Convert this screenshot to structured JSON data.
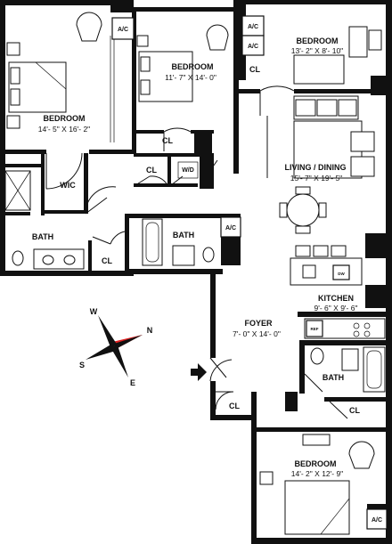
{
  "rooms": {
    "bedroom_large": {
      "name": "BEDROOM",
      "dims": "14'- 5\" X 16'- 2\""
    },
    "bedroom_middle": {
      "name": "BEDROOM",
      "dims": "11'- 7\" X 14'- 0\""
    },
    "bedroom_small": {
      "name": "BEDROOM",
      "dims": "13'- 2\" X 8'- 10\""
    },
    "living_dining": {
      "name": "LIVING / DINING",
      "dims": "15'- 7\" X 19'- 5\""
    },
    "kitchen": {
      "name": "KITCHEN",
      "dims": "9'- 6\" X 9'- 6\""
    },
    "foyer": {
      "name": "FOYER",
      "dims": "7'- 0\" X 14'- 0\""
    },
    "bedroom_bottom": {
      "name": "BEDROOM",
      "dims": "14'- 2\" X 12'- 9\""
    },
    "bath_left": {
      "name": "BATH"
    },
    "bath_middle": {
      "name": "BATH"
    },
    "bath_bottom": {
      "name": "BATH"
    },
    "wic": {
      "name": "WIC"
    },
    "wd": {
      "name": "W/D"
    }
  },
  "closets": {
    "label": "CL",
    "ac_label": "A/C"
  },
  "appliances": {
    "dishwasher": "DW",
    "refrigerator": "REF"
  },
  "compass": {
    "north": "N",
    "south": "S",
    "east": "E",
    "west": "W",
    "accent": "#e02020"
  }
}
